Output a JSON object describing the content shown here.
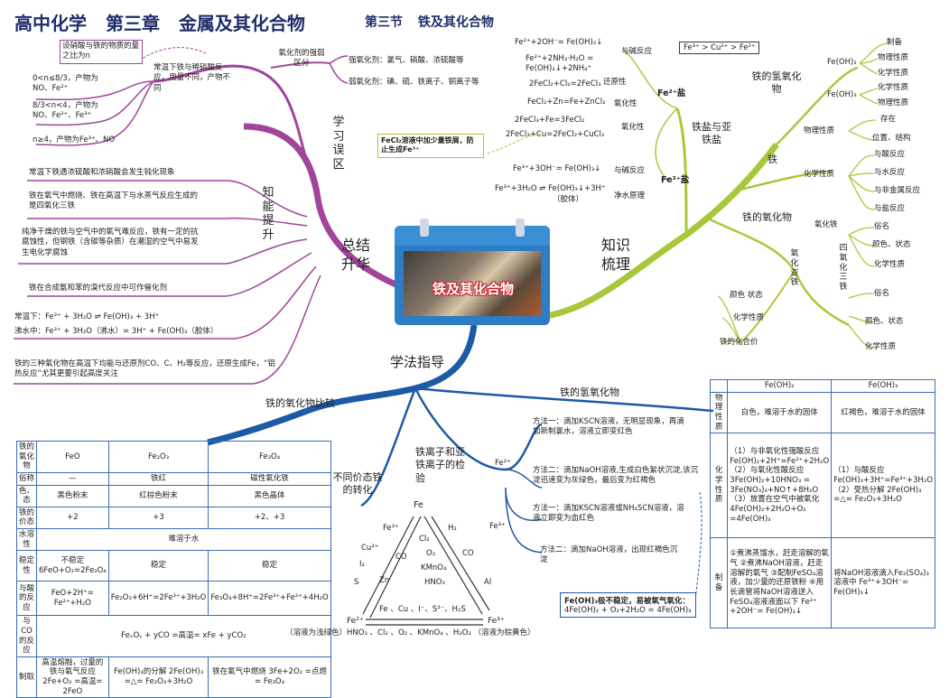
{
  "header": {
    "subject": "高中化学",
    "chapter": "第三章",
    "chapter_title": "金属及其化合物",
    "section": "第三节",
    "section_title": "铁及其化合物"
  },
  "center": {
    "title": "铁及其化合物",
    "branch_summary": "总结升华",
    "branch_knowledge": "知识梳理",
    "branch_method": "学法指导",
    "sub_knowledge": "知能提升",
    "sub_mistakes": "学习误区"
  },
  "mistakes": {
    "note_box": "设硝酸与铁的物质的量之比为n",
    "note_text": "常温下铁与稀硝酸反应，用量不同，产物不同",
    "case1": "0<n≤8/3，产物为NO、Fe²⁺",
    "case2": "8/3<n<4，产物为 NO、Fe²⁺、Fe³⁺",
    "case3": "n≥4，产物为Fe³⁺、NO",
    "oxidant_title": "氧化剂的强弱区分",
    "strong": "强氧化剂：氯气、硝酸、浓硫酸等",
    "weak": "弱氧化剂：碘、硫、铁离子、铜离子等"
  },
  "skills": {
    "s1": "常温下铁遇浓硫酸和浓硝酸会发生钝化现象",
    "s2": "铁在氧气中燃烧、铁在高温下与水蒸气反应生成的是四氧化三铁",
    "s3": "纯净干燥的铁与空气中的氧气难反应，铁有一定的抗腐蚀性，但钢铁（含碳等杂质）在潮湿的空气中易发生电化学腐蚀",
    "s4": "铁在合成氨和苯的溴代反应中可作催化剂",
    "s5a": "常温下：Fe³⁺ + 3H₂O ⇌ Fe(OH)₃ + 3H⁺",
    "s5b": "沸水中：Fe³⁺ + 3H₂O（沸水）= 3H⁺ + Fe(OH)₃（胶体）",
    "s6": "铁的三种氧化物在高温下均能与还原剂CO、C、H₂等反应，还原生成Fe，“铝热反应”尤其更要引起高度关注"
  },
  "salts": {
    "title": "铁盐与亚铁盐",
    "fe2_label": "Fe²⁺盐",
    "fe3_label": "Fe³⁺盐",
    "order": "Fe³⁺ > Cu²⁺ > Fe²⁺",
    "fe2_alkali_1": "Fe²⁺+2OH⁻= Fe(OH)₂↓",
    "fe2_alkali_2": "Fe²⁺+2NH₃·H₂O =",
    "fe2_alkali_3": "Fe(OH)₂↓+2NH₄⁺",
    "fe2_alkali_label": "与碱反应",
    "fe2_reduce": "2FeCl₂+Cl₂=2FeCl₃",
    "fe2_reduce_label": "还原性",
    "fe2_ox": "FeCl₂+Zn=Fe+ZnCl₂",
    "fe2_ox_label": "氧化性",
    "fe3_ox_1": "2FeCl₃+Fe=3FeCl₂",
    "fe3_ox_2": "2FeCl₃+Cu=2FeCl₂+CuCl₂",
    "fe3_ox_label": "氧化性",
    "fecl2_note": "FeCl₂溶液中加少量铁屑，防止生成Fe³⁺",
    "fe3_alkali": "Fe³⁺+3OH⁻= Fe(OH)₃↓",
    "fe3_alkali_label": "与碱反应",
    "fe3_water_1": "Fe³⁺+3H₂O ⇌ Fe(OH)₃↓+3H⁺",
    "fe3_water_2": "（胶体）",
    "fe3_water_label": "净水原理"
  },
  "knowledge": {
    "hydroxide": "铁的氢氧化物",
    "feoh2": "Fe(OH)₂",
    "feoh3": "Fe(OH)₃",
    "feoh2_items": [
      "制备",
      "物理性质",
      "化学性质"
    ],
    "feoh3_items": [
      "化学性质",
      "物理性质"
    ],
    "iron": "铁",
    "iron_phys": "物理性质",
    "iron_phys_items": [
      "存在",
      "位置、结构"
    ],
    "iron_chem": "化学性质",
    "iron_chem_items": [
      "与酸反应",
      "与水反应",
      "与非金属反应",
      "与盐反应"
    ],
    "oxide": "铁的氧化物",
    "feo": "氧化铁",
    "feo_items": [
      "俗名",
      "颜色、状态",
      "化学性质"
    ],
    "feo2": "氧化亚铁",
    "feo2_items": [
      "颜色 状态",
      "化学性质",
      "铁的化合价"
    ],
    "fe3o4": "四氧化三铁",
    "fe3o4_items": [
      "俗名",
      "颜色、状态",
      "化学性质"
    ]
  },
  "oxide_table": {
    "title": "铁的氧化物比较",
    "rows": [
      [
        "铁的氧化物",
        "FeO",
        "Fe₂O₃",
        "Fe₃O₄"
      ],
      [
        "俗称",
        "—",
        "铁红",
        "磁性氧化铁"
      ],
      [
        "色、态",
        "黑色粉末",
        "红棕色粉末",
        "黑色晶体"
      ],
      [
        "铁的价态",
        "+2",
        "+3",
        "+2、+3"
      ],
      [
        "水溶性",
        "难溶于水"
      ],
      [
        "稳定性",
        "不稳定 6FeO+O₂=2Fe₃O₄",
        "稳定",
        "稳定"
      ],
      [
        "与酸的反应",
        "FeO+2H⁺= Fe²⁺+H₂O",
        "Fe₂O₃+6H⁺=2Fe³⁺+3H₂O",
        "Fe₃O₄+8H⁺=2Fe³⁺+Fe²⁺+4H₂O"
      ],
      [
        "与CO的反应",
        "FeₓOᵧ + yCO =高温= xFe + yCO₂"
      ],
      [
        "制取",
        "高温熔融，过量的铁与氧气反应 2Fe+O₂ =高温= 2FeO",
        "Fe(OH)₃的分解 2Fe(OH)₃ =△= Fe₂O₃+3H₂O",
        "铁在氧气中燃烧 3Fe+2O₂ =点燃= Fe₃O₄"
      ]
    ]
  },
  "conversion": {
    "title": "不同价态铁的转化",
    "fe": "Fe",
    "fe2": "Fe²⁺",
    "fe3": "Fe³⁺",
    "left_up": [
      "Cu²⁺",
      "I₂",
      "S"
    ],
    "left_down": [
      "CO",
      "Zn"
    ],
    "right_up": [
      "Cl₂",
      "O₂",
      "KMnO₄",
      "HNO₃"
    ],
    "right_h2": "H₂",
    "right_co": "CO",
    "right_al": "Al",
    "bottom_top": "Fe 、Cu 、I⁻、S²⁻、H₂S",
    "bottom_row": "（溶液为浅绿色）HNO₃ 、Cl₂ 、O₂ 、KMnO₄ 、H₂O₂ （溶液为棕黄色）",
    "fe3_mark": "Fe³⁺"
  },
  "detection": {
    "title": "铁离子和亚铁离子的检验",
    "fe2": "Fe²⁺",
    "fe3": "Fe³⁺",
    "m1": "方法一：滴加KSCN溶液，无明显现象，再滴加新制氯水，溶液立即变红色",
    "m2": "方法二：滴加NaOH溶液,生成白色絮状沉淀,该沉淀迅速变为灰绿色，最后变为红褐色",
    "m3": "方法一：滴加KSCN溶液或NH₄SCN溶液，溶液立即变为血红色",
    "m4": "方法二：滴加NaOH溶液，出现红褐色沉淀",
    "note_title": "Fe(OH)₂极不稳定，易被氧气氧化：",
    "note_eq": "4Fe(OH)₂ + O₂+2H₂O = 4Fe(OH)₃"
  },
  "hydroxide_table": {
    "title": "铁的氢氧化物",
    "col_a": "Fe(OH)₂",
    "col_b": "Fe(OH)₃",
    "phys_label": "物理性质",
    "phys_a": "白色，难溶于水的固体",
    "phys_b": "红褐色，难溶于水的固体",
    "chem_label": "化学性质",
    "chem_a": "（1）与非氧化性强酸反应 Fe(OH)₂+2H⁺=Fe²⁺+2H₂O （2）与氧化性酸反应 3Fe(OH)₂+10HNO₃ = 3Fe(NO₃)₃+NO↑+8H₂O （3）放置在空气中被氧化 4Fe(OH)₂+2H₂O+O₂ =4Fe(OH)₃",
    "chem_b": "（1）与酸反应 Fe(OH)₃+3H⁺=Fe³⁺+3H₂O （2）受热分解 2Fe(OH)₃ =△= Fe₂O₃+3H₂O",
    "prep_label": "制备",
    "prep_a": "①煮沸蒸馏水，赶走溶解的氧气 ②煮沸NaOH溶液，赶走溶解的氧气 ③配制FeSO₄溶液，加少量的还原铁粉 ④用长滴管将NaOH溶液送入FeSO₄溶液液面以下 Fe²⁺ +2OH⁻= Fe(OH)₂↓",
    "prep_b": "将NaOH溶液滴入Fe₂(SO₄)₃溶液中 Fe³⁺+3OH⁻= Fe(OH)₃↓"
  }
}
